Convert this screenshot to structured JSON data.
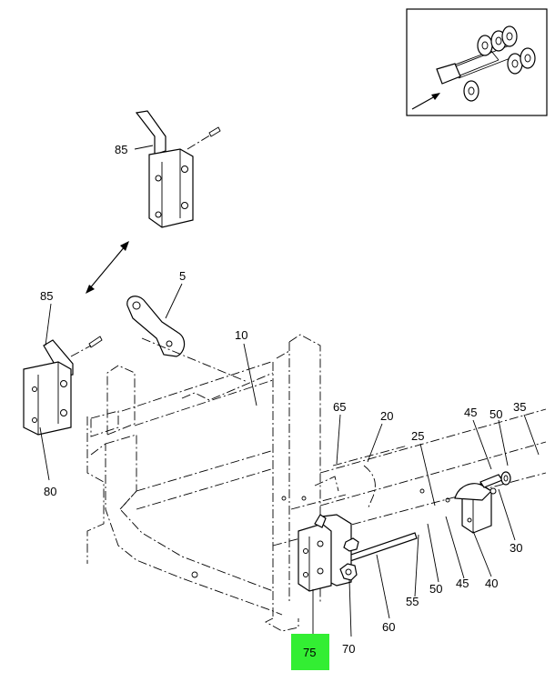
{
  "callouts": {
    "c85_top": "85",
    "c85_mid": "85",
    "c80": "80",
    "c5": "5",
    "c10": "10",
    "c65": "65",
    "c20": "20",
    "c25": "25",
    "c45_top": "45",
    "c50_top": "50",
    "c35": "35",
    "c30": "30",
    "c40": "40",
    "c45_bot": "45",
    "c50_bot": "50",
    "c55": "55",
    "c60": "60",
    "c70": "70",
    "c75": "75"
  },
  "colors": {
    "highlight": "#33ee33",
    "line": "#000000",
    "background": "#ffffff"
  }
}
